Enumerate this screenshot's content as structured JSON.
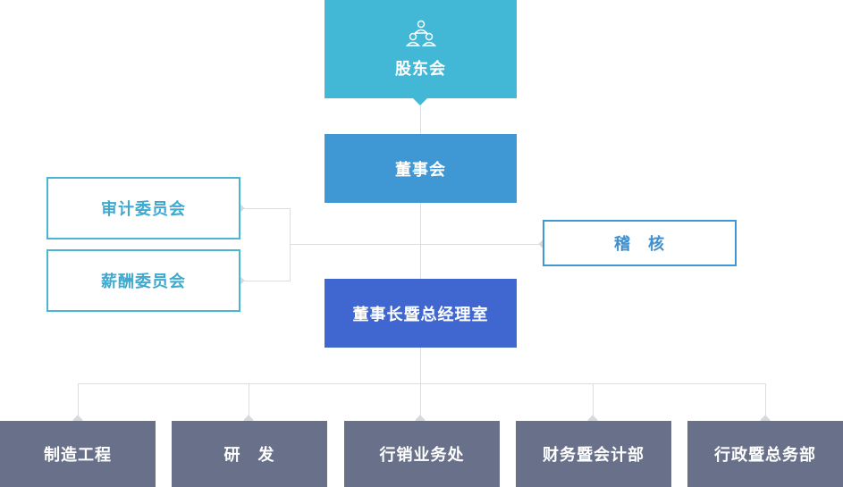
{
  "shareholders": {
    "label": "股东会",
    "icon": "people-group-icon"
  },
  "board": {
    "label": "董事会"
  },
  "committees": [
    {
      "label": "审计委员会"
    },
    {
      "label": "薪酬委员会"
    }
  ],
  "inspection": {
    "label": "稽　核"
  },
  "chairman_office": {
    "label": "董事长暨总经理室"
  },
  "departments": [
    {
      "label": "制造工程"
    },
    {
      "label": "研　发"
    },
    {
      "label": "行销业务处"
    },
    {
      "label": "财务暨会计部"
    },
    {
      "label": "行政暨总务部"
    }
  ],
  "colors": {
    "shareholders": "#42b8d6",
    "board": "#3f98d4",
    "chairman": "#3f67cf",
    "department": "#687189",
    "committee_border": "#49b6d4",
    "connector": "#d9dee3"
  }
}
